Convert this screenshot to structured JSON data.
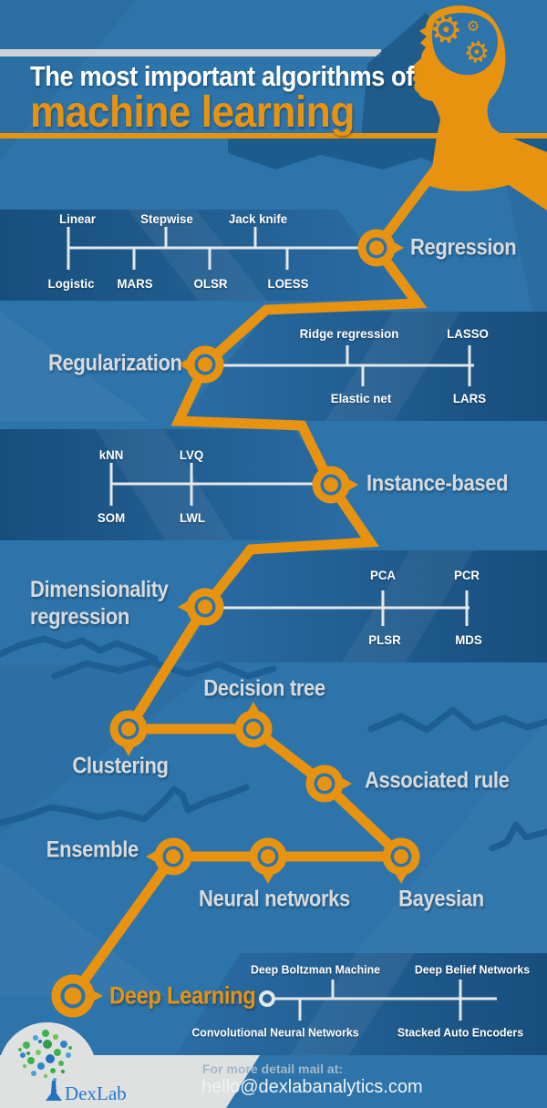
{
  "header": {
    "title_line1": "The most important algorithms of",
    "title_line2": "machine learning"
  },
  "categories": {
    "regression": {
      "name": "Regression",
      "top": [
        "Linear",
        "Stepwise",
        "Jack knife"
      ],
      "bottom": [
        "Logistic",
        "MARS",
        "OLSR",
        "LOESS"
      ]
    },
    "regularization": {
      "name": "Regularization",
      "top": [
        "Ridge regression",
        "LASSO"
      ],
      "bottom": [
        "Elastic net",
        "LARS"
      ]
    },
    "instance_based": {
      "name": "Instance-based",
      "top": [
        "kNN",
        "LVQ"
      ],
      "bottom": [
        "SOM",
        "LWL"
      ]
    },
    "dimensionality": {
      "name_line1": "Dimensionality",
      "name_line2": "regression",
      "top": [
        "PCA",
        "PCR"
      ],
      "bottom": [
        "PLSR",
        "MDS"
      ]
    },
    "clustering": {
      "name": "Clustering"
    },
    "decision_tree": {
      "name": "Decision tree"
    },
    "associated_rule": {
      "name": "Associated rule"
    },
    "ensemble": {
      "name": "Ensemble"
    },
    "neural_networks": {
      "name": "Neural networks"
    },
    "bayesian": {
      "name": "Bayesian"
    },
    "deep_learning": {
      "name": "Deep Learning",
      "top": [
        "Deep Boltzman Machine",
        "Deep Belief Networks"
      ],
      "bottom": [
        "Convolutional Neural Networks",
        "Stacked Auto Encoders"
      ]
    }
  },
  "footer": {
    "brand": "DexLab",
    "note": "For more detail mail at:",
    "email": "hello@dexlabanalytics.com"
  },
  "colors": {
    "background": "#2d74ab",
    "accent_orange": "#e8930f",
    "band_dark": "#174e7c",
    "band_light": "#2b6da5",
    "label_light": "#d7dbdf",
    "footer_gray": "#dfe1e1"
  }
}
